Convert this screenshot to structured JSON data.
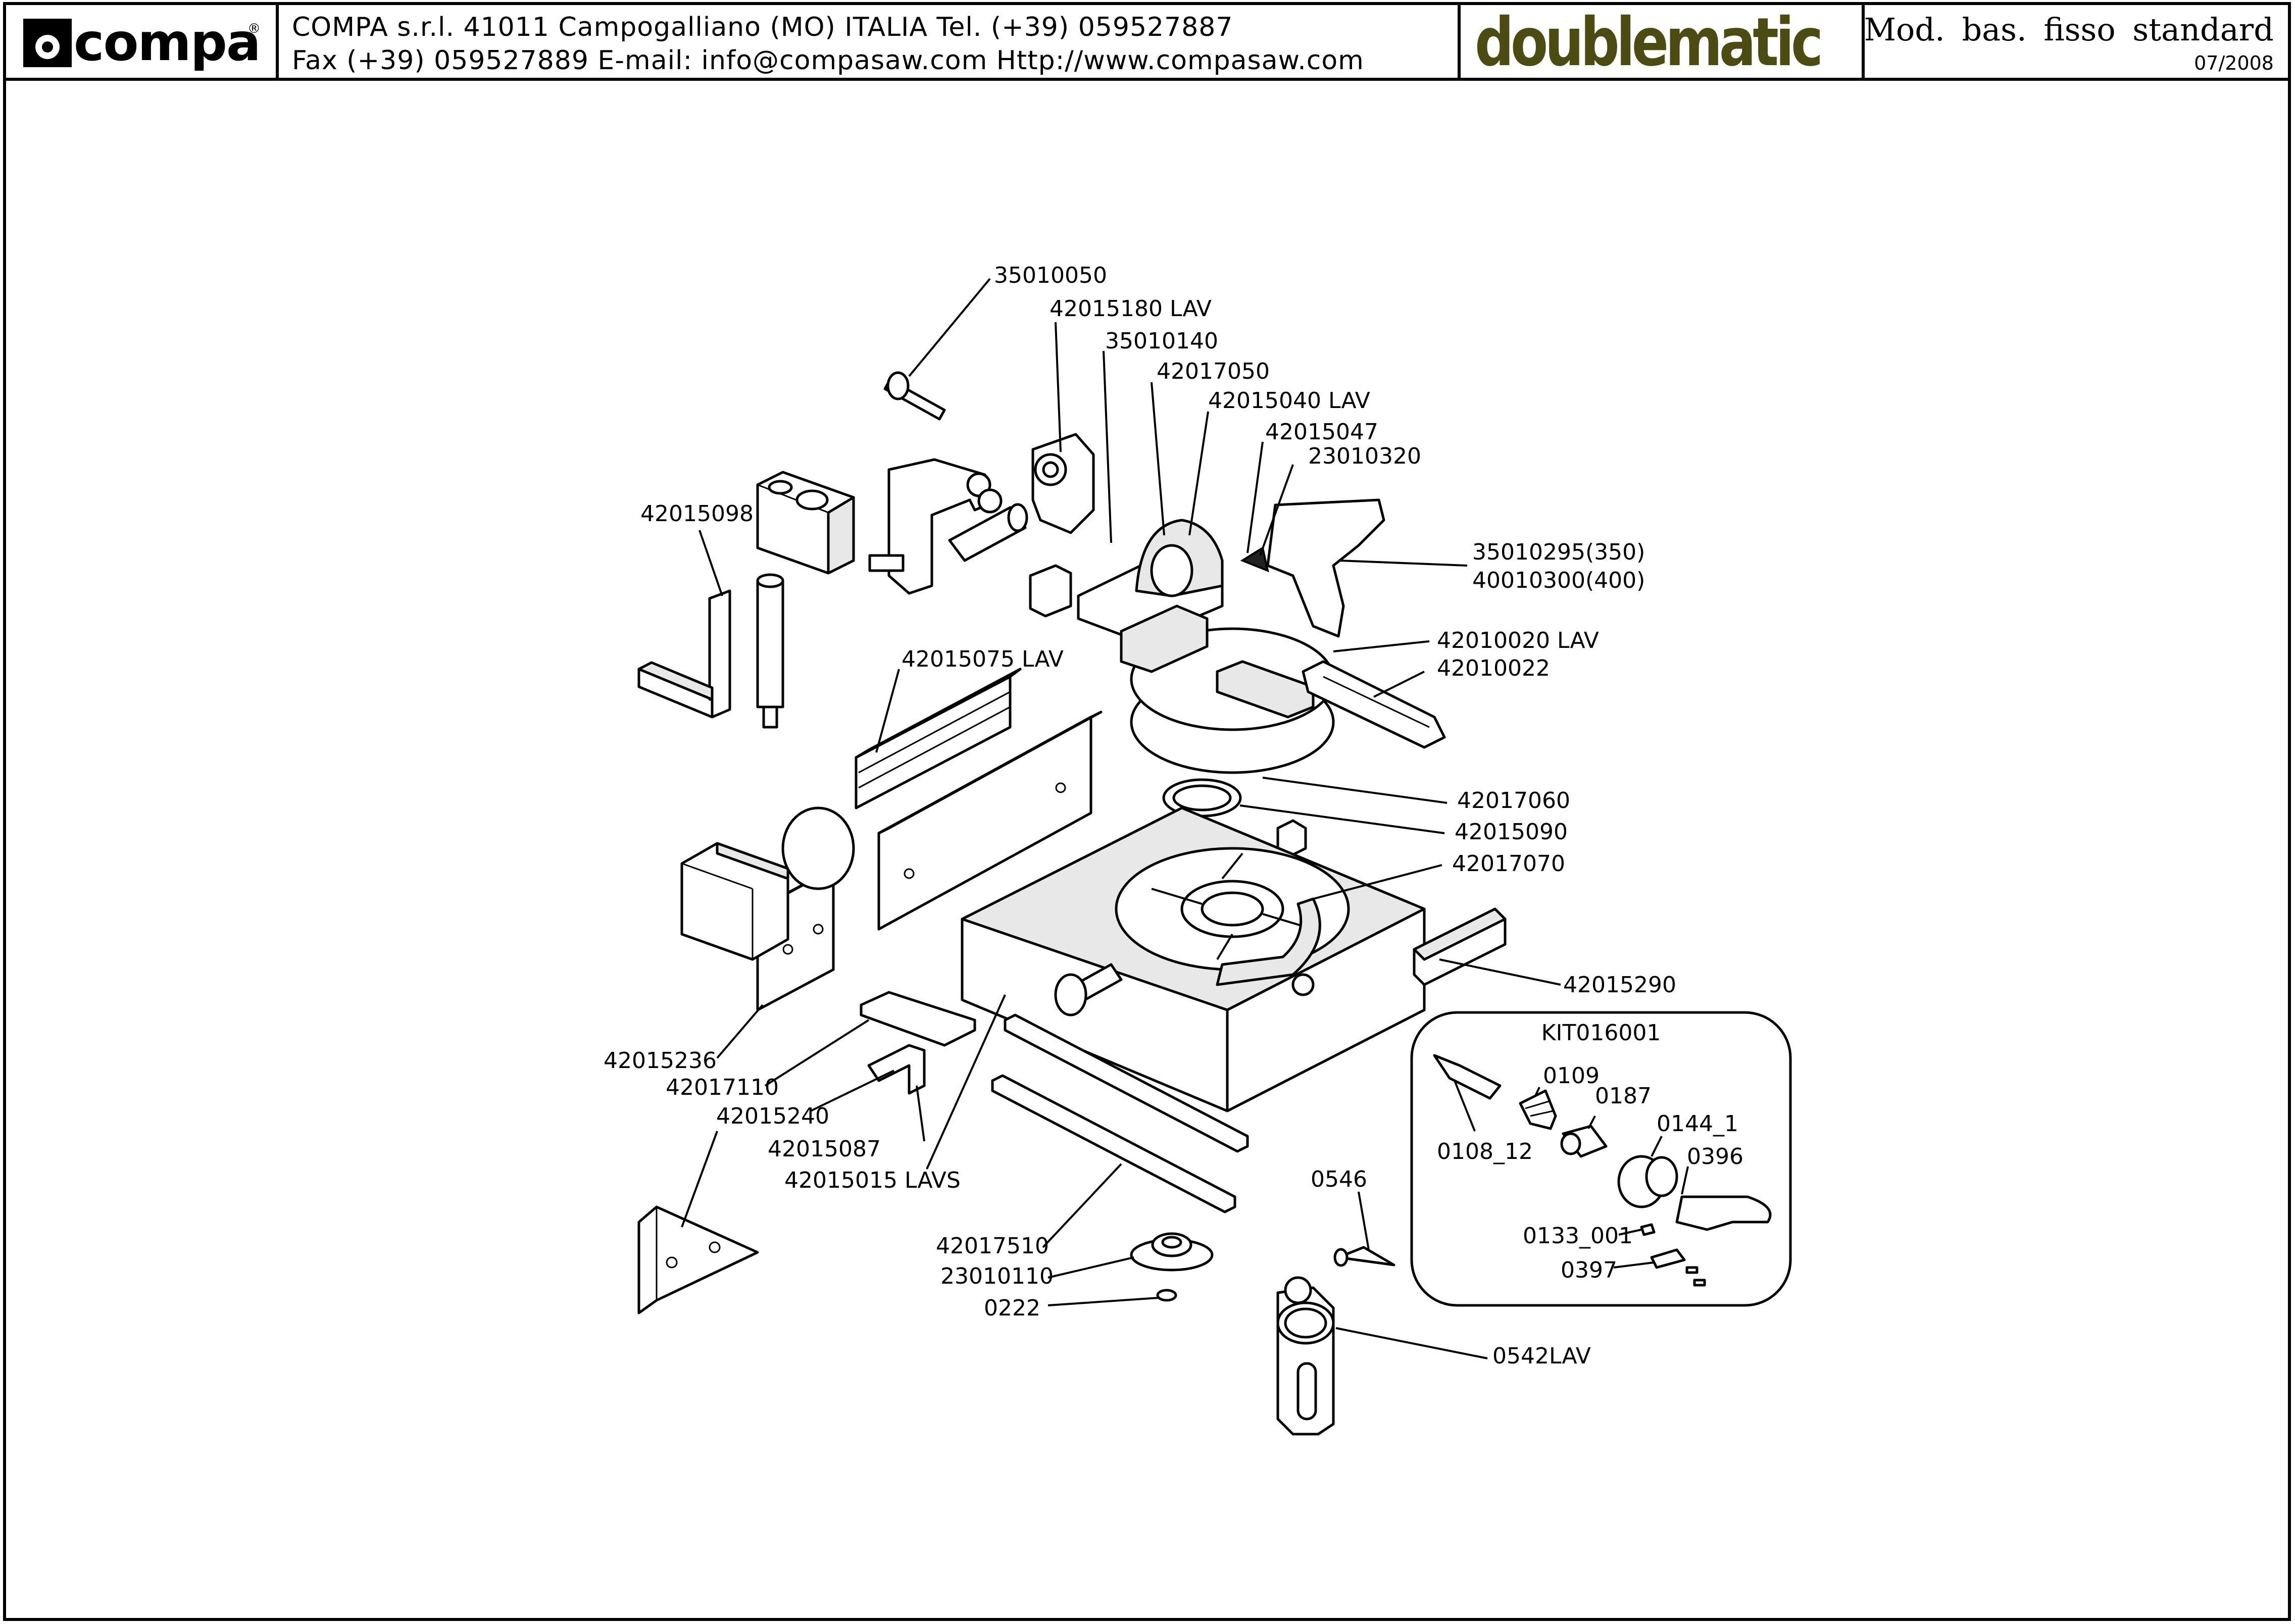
{
  "header": {
    "logo_text": "compa",
    "logo_reg": "®",
    "company_line": "COMPA s.r.l. 41011 Campogalliano (MO) ITALIA Tel. (+39) 059527887",
    "contact_line": "Fax (+39) 059527889 E-mail: info@compasaw.com Http://www.compasaw.com",
    "brand": "doublematic",
    "model": "Mod. bas. fisso standard",
    "date": "07/2008"
  },
  "kit": {
    "title": "KIT016001"
  },
  "parts": [
    "35010050",
    "42015180 LAV",
    "35010140",
    "42017050",
    "42015040 LAV",
    "42015047",
    "23010320",
    "42015098",
    "35010295(350)",
    "40010300(400)",
    "42010020 LAV",
    "42010022",
    "42015075 LAV",
    "42017060",
    "42015090",
    "42017070",
    "42015290",
    "42015236",
    "42017110",
    "42015240",
    "42015087",
    "42015015 LAVS",
    "42017510",
    "23010110",
    "0222",
    "0546",
    "0542LAV",
    "0109",
    "0187",
    "0144_1",
    "0396",
    "0108_12",
    "0133_001",
    "0397"
  ],
  "colors": {
    "brand": "#4b4b12",
    "ink": "#000000",
    "paper": "#ffffff"
  }
}
